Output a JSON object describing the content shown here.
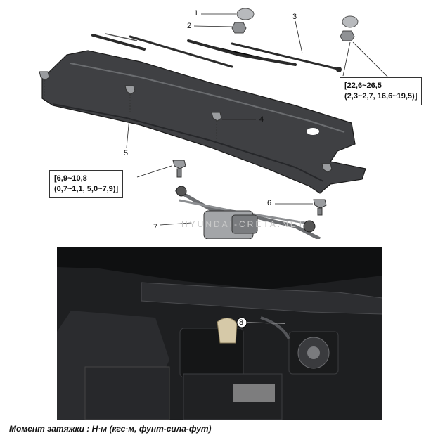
{
  "callouts": [
    "1",
    "2",
    "3",
    "4",
    "5",
    "6",
    "7",
    "8"
  ],
  "torque_specs": {
    "cover_nuts": [
      "[22,6~26,5",
      "(2,3~2,7, 16,6~19,5)]"
    ],
    "linkage_bolts": [
      "[6,9~10,8",
      "(0,7~1,1, 5,0~7,9)]"
    ]
  },
  "watermark": "HYUNDAI-CRETA.NET",
  "footer_note": "Момент затяжки : Н·м (кгс·м, фунт-сила-фут)",
  "colors": {
    "part_dark": "#3a3b3d",
    "part_mid": "#6b6d70",
    "photo_bg": "#1e1f21",
    "leader": "#222222"
  }
}
